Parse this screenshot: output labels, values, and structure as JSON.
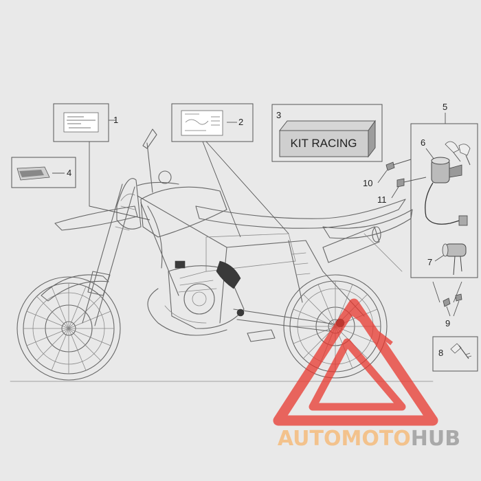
{
  "kit_label": "KIT RACING",
  "callouts": [
    "1",
    "2",
    "3",
    "4",
    "5",
    "6",
    "7",
    "8",
    "9",
    "10",
    "11"
  ],
  "watermark": {
    "part1": "AUTOMOTO",
    "part2": "HUB",
    "color1": "#f3c28c",
    "color2": "#a9a9a9",
    "triangle_color": "#e8382f"
  }
}
